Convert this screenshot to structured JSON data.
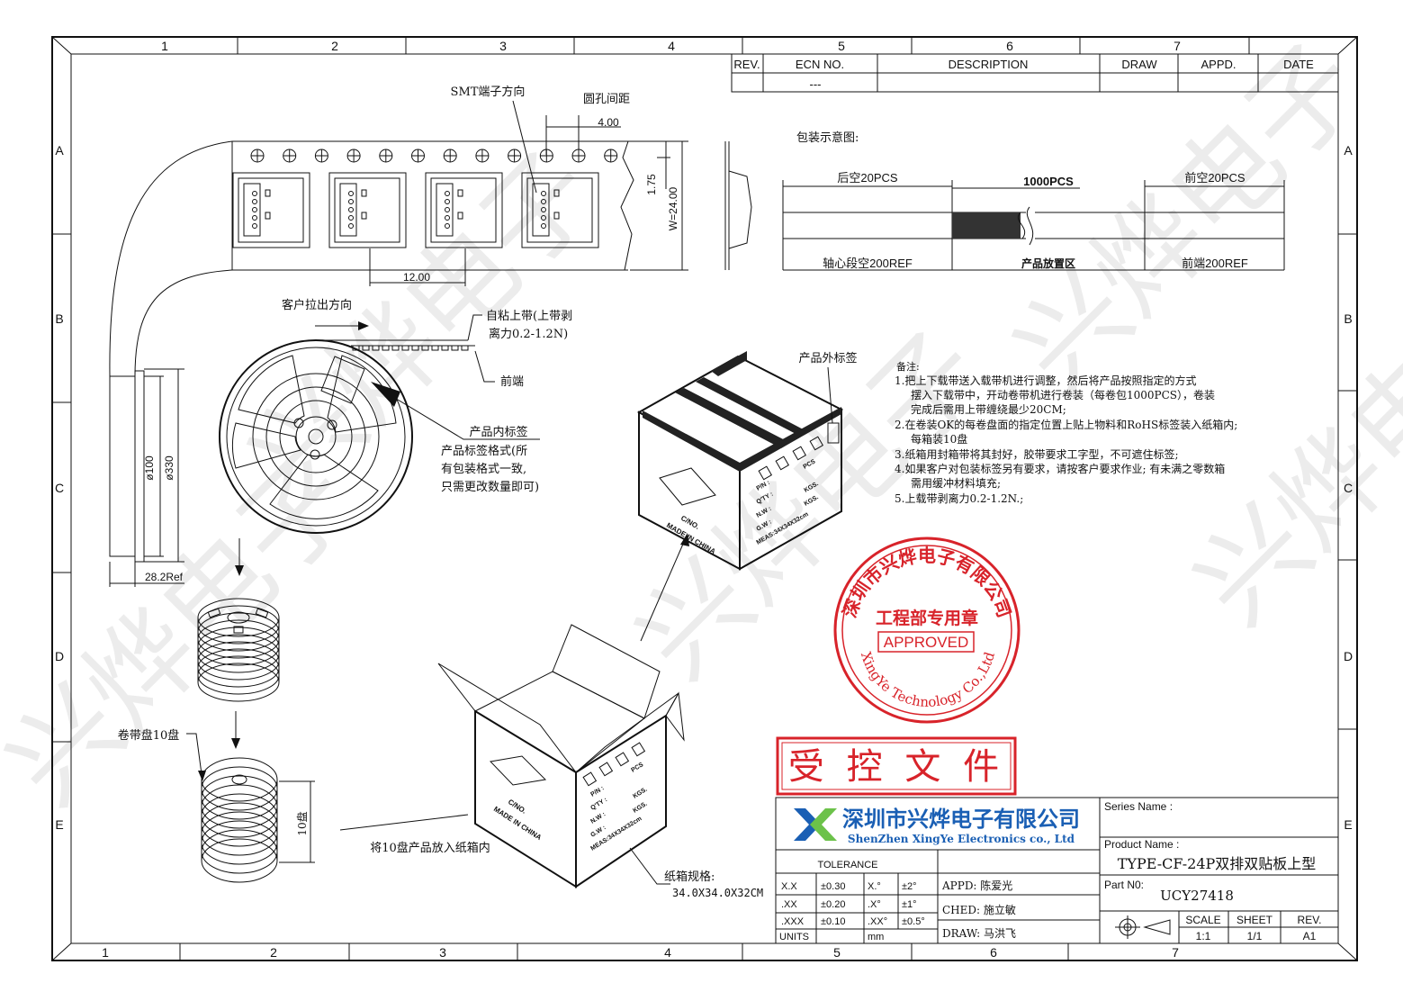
{
  "border": {
    "top_zones": [
      "1",
      "2",
      "3",
      "4",
      "5",
      "6",
      "7"
    ],
    "bottom_zones": [
      "1",
      "2",
      "3",
      "4",
      "5",
      "6",
      "7"
    ],
    "side_rows": [
      "A",
      "B",
      "C",
      "D",
      "E"
    ]
  },
  "revision_table": {
    "headers": [
      "REV.",
      "ECN NO.",
      "DESCRIPTION",
      "DRAW",
      "APPD.",
      "DATE"
    ],
    "row": [
      "",
      "---",
      "",
      "",
      "",
      ""
    ]
  },
  "tape": {
    "smt_direction_label": "SMT端子方向",
    "hole_pitch_label": "圆孔间距",
    "hole_pitch_value": "4.00",
    "pocket_pitch_value": "12.00",
    "edge_dim": "1.75",
    "width_dim": "W=24.00"
  },
  "reel": {
    "pull_direction_label": "客户拉出方向",
    "cover_tape_label_1": "自粘上带(上带剥",
    "cover_tape_label_2": "离力0.2-1.2N)",
    "front_end_label": "前端",
    "inner_label_title": "产品内标签",
    "inner_label_note_1": "产品标签格式(所",
    "inner_label_note_2": "有包装格式一致,",
    "inner_label_note_3": "只需更改数量即可)",
    "dia_inner": "ø100",
    "dia_outer": "ø330",
    "thickness": "28.2Ref"
  },
  "stack": {
    "reel_count_label": "卷带盘10盘",
    "height_label": "10盘",
    "into_box_label": "将10盘产品放入纸箱内"
  },
  "packaging_diagram": {
    "title": "包装示意图:",
    "trailer_label": "后空20PCS",
    "product_count": "1000PCS",
    "leader_label": "前空20PCS",
    "core_empty_label": "轴心段空200REF",
    "product_zone_label": "产品放置区",
    "front_end_empty_label": "前端200REF"
  },
  "notes": {
    "title": "备注:",
    "lines": [
      "1.把上下载带送入载带机进行调整，然后将产品按照指定的方式",
      "摆入下载带中，开动卷带机进行卷装（每卷包1000PCS），卷装",
      "完成后需用上带缠绕最少20CM;",
      "2.在卷装OK的每卷盘面的指定位置上贴上物料和RoHS标签装入纸箱内;",
      "每箱装10盘",
      "3.纸箱用封箱带将其封好，胶带要求工字型，不可遮住标签;",
      "4.如果客户对包装标签另有要求，请按客户要求作业; 有未满之零数箱",
      "需用缓冲材料填充;",
      "5.上载带剥离力0.2-1.2N.;"
    ]
  },
  "box": {
    "outer_label": "产品外标签",
    "label_fields": [
      "P/N :",
      "Q'TY :",
      "N.W :",
      "G.W :",
      "MEAS:34X34X32cm"
    ],
    "label_units": [
      "PCS",
      "KGS.",
      "KGS."
    ],
    "marks": [
      "C/NO.",
      "MADE IN CHINA"
    ],
    "size_label": "纸箱规格:",
    "size_value": "34.0X34.0X32CM"
  },
  "stamp": {
    "company": "深圳市兴烨电子有限公司",
    "dept": "工程部专用章",
    "approved": "APPROVED",
    "english": "XingYe Technology Co.,Ltd"
  },
  "controlled_stamp": "受 控 文 件",
  "title_block": {
    "company_cn": "深圳市兴烨电子有限公司",
    "company_en": "ShenZhen XingYe Electronics co., Ltd",
    "series_label": "Series Name :",
    "series_value": "",
    "product_label": "Product Name :",
    "product_value": "TYPE-CF-24P双排双贴板上型",
    "part_label": "Part N0:",
    "part_value": "UCY27418",
    "tolerance_label": "TOLERANCE",
    "tolerances": [
      {
        "k": "X.X",
        "v": "±0.30",
        "ak": "X.°",
        "av": "±2°"
      },
      {
        "k": ".XX",
        "v": "±0.20",
        "ak": ".X°",
        "av": "±1°"
      },
      {
        "k": ".XXX",
        "v": "±0.10",
        "ak": ".XX°",
        "av": "±0.5°"
      }
    ],
    "units_label": "UNITS",
    "units_value": "mm",
    "appd": "APPD: 陈爱光",
    "ched": "CHED: 施立敏",
    "draw": "DRAW: 马洪飞",
    "scale_label": "SCALE",
    "scale_value": "1:1",
    "sheet_label": "SHEET",
    "sheet_value": "1/1",
    "rev_label": "REV.",
    "rev_value": "A1"
  },
  "watermark": "兴烨电子",
  "colors": {
    "stamp_red": "#d8232a",
    "logo_blue": "#1a5fb4",
    "logo_green": "#6cc24a",
    "line": "#111111"
  }
}
